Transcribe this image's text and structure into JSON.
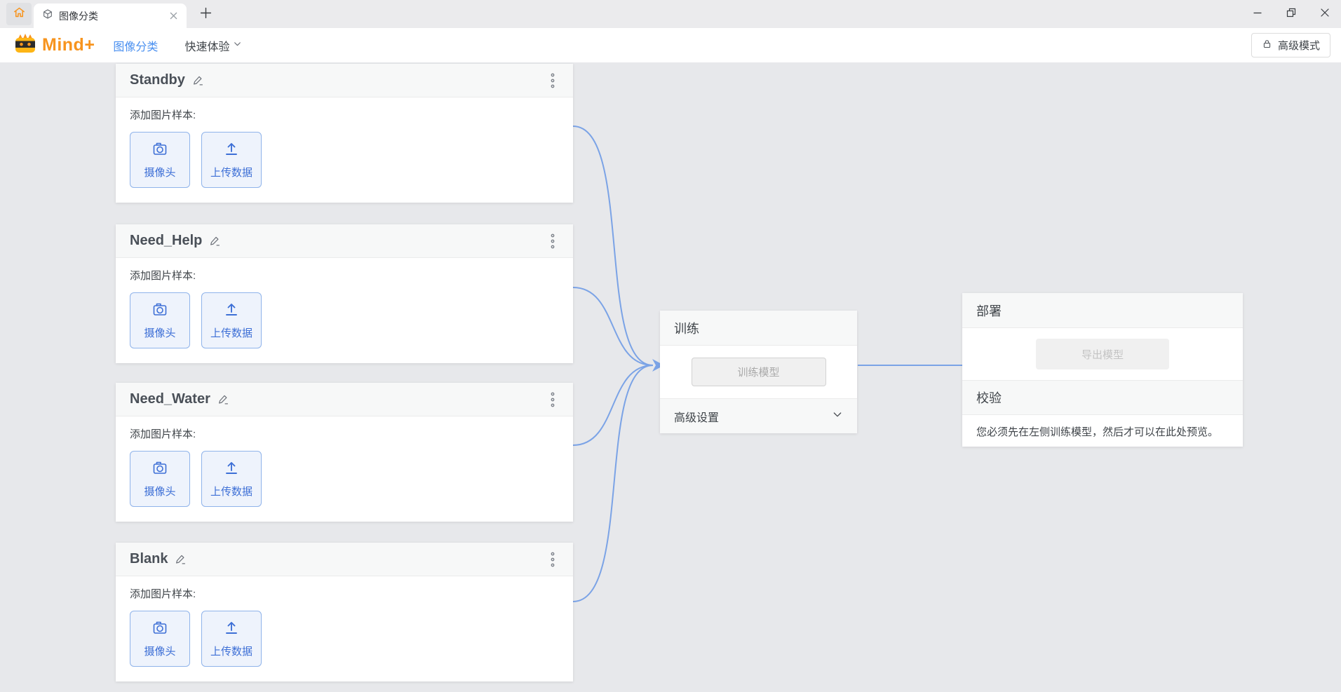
{
  "tab_bar": {
    "tab_title": "图像分类"
  },
  "header": {
    "logo": "Mind+",
    "nav": [
      {
        "label": "图像分类",
        "active": true
      },
      {
        "label": "快速体验",
        "dropdown": true
      }
    ],
    "advanced_mode_label": "高级模式"
  },
  "canvas": {
    "class_cards": {
      "add_sample_label": "添加图片样本:",
      "camera_button": "摄像头",
      "upload_button": "上传数据",
      "items": [
        {
          "name": "Standby"
        },
        {
          "name": "Need_Help"
        },
        {
          "name": "Need_Water"
        },
        {
          "name": "Blank"
        }
      ]
    },
    "training_card": {
      "title": "训练",
      "train_button": "训练模型",
      "advanced_settings": "高级设置"
    },
    "deploy_card": {
      "title": "部署",
      "export_button": "导出模型",
      "verify_title": "校验",
      "verify_hint": "您必须先在左侧训练模型，然后才可以在此处预览。"
    }
  },
  "icons": {
    "home": "house",
    "tab": "cube-3d",
    "tab_close": "x",
    "new_tab": "plus",
    "minimize": "minus",
    "restore": "overlapping-squares",
    "window_close": "x",
    "quick_dropdown": "chevron-down",
    "advanced_lock": "lock",
    "edit": "pencil",
    "card_menu": "kebab-vertical",
    "camera": "camera",
    "upload": "upload-arrow",
    "settings_expand": "chevron-down"
  },
  "colors": {
    "brand_orange": "#f7941e",
    "nav_active_blue": "#4a90f0",
    "sample_button_text": "#3d6fd6",
    "sample_button_bg": "#eef3fc",
    "sample_button_border": "#8fb3ea",
    "connector_blue": "#7ba3e6",
    "canvas_bg": "#e7e8eb",
    "card_header_bg": "#f7f8f8",
    "disabled_button_bg": "#f0f0f0",
    "disabled_button_text": "#a9a9a9"
  }
}
